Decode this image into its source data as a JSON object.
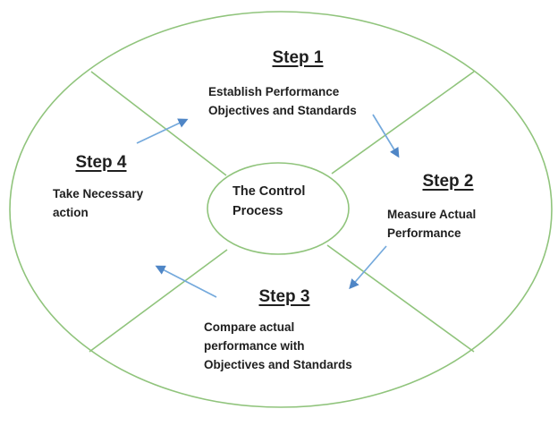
{
  "center": {
    "title_line1": "The Control",
    "title_line2": "Process"
  },
  "steps": [
    {
      "title": "Step 1",
      "lines": [
        "Establish Performance",
        "Objectives and Standards"
      ]
    },
    {
      "title": "Step 2",
      "lines": [
        "Measure Actual",
        "Performance"
      ]
    },
    {
      "title": "Step 3",
      "lines": [
        "Compare actual",
        "performance with",
        "Objectives and Standards"
      ]
    },
    {
      "title": "Step 4",
      "lines": [
        "Take Necessary",
        "action"
      ]
    }
  ],
  "colors": {
    "ellipse_stroke": "#90c47c",
    "arrow_line": "#74a9dc",
    "arrow_head": "#4f86c6",
    "text": "#1f1f1f",
    "background": "#ffffff"
  }
}
